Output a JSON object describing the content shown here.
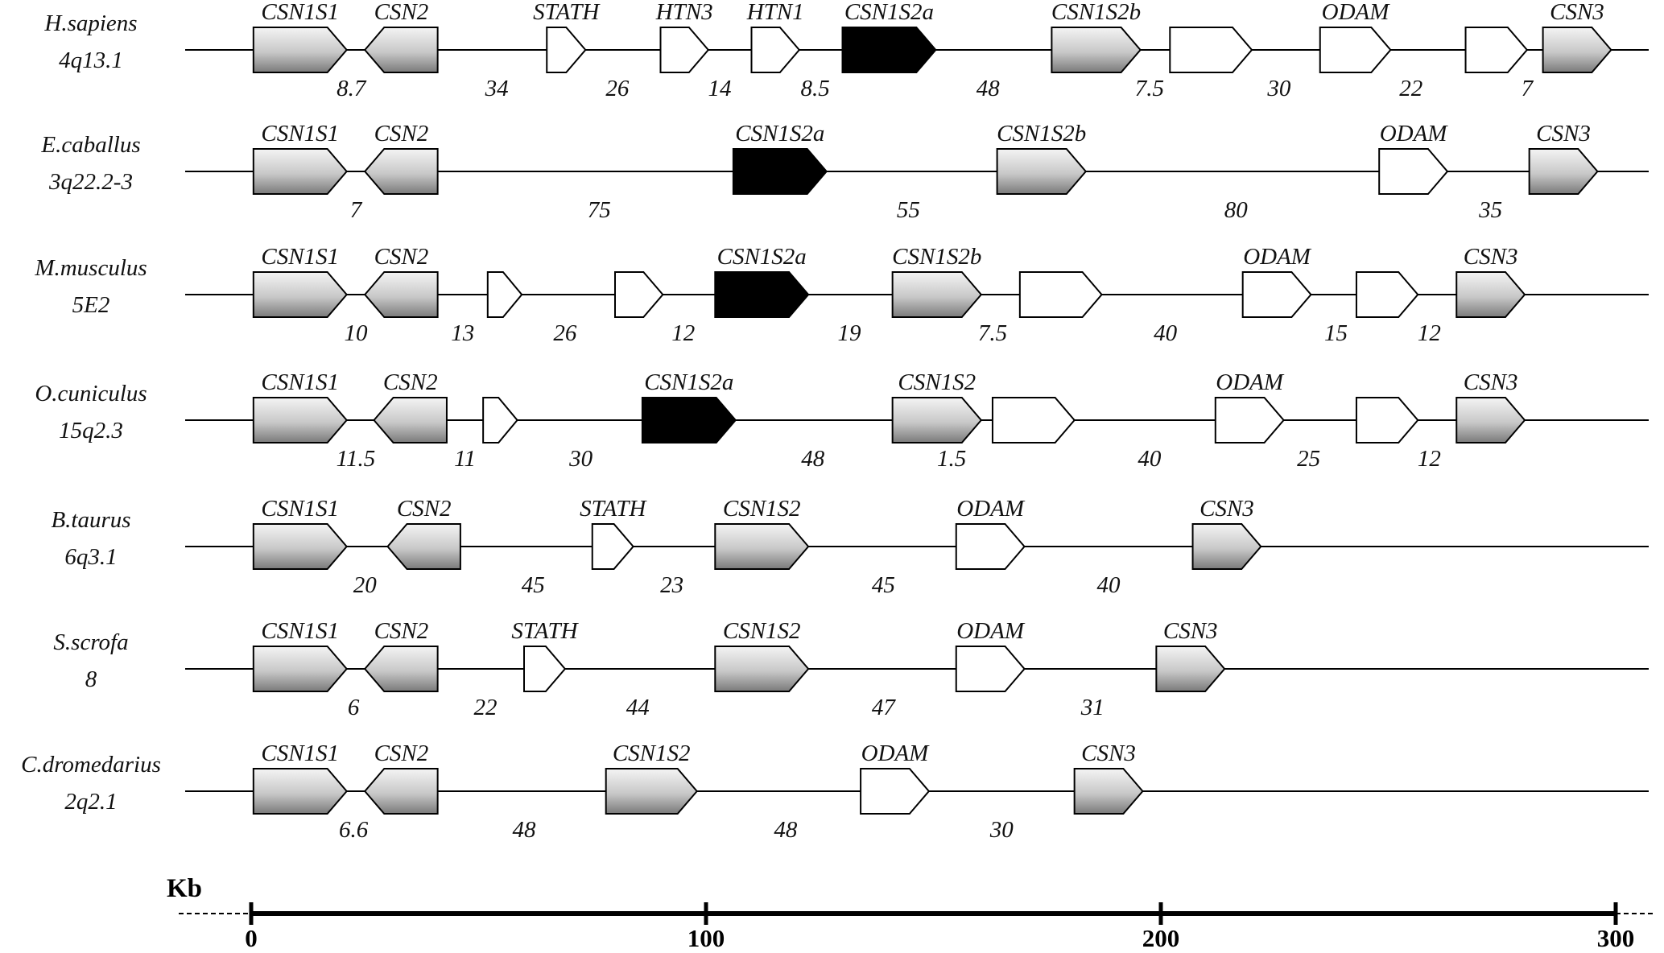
{
  "colors": {
    "line": "#000000",
    "gray_gradient_start": "#f4f4f4",
    "gray_gradient_mid": "#c8c8c8",
    "gray_gradient_end": "#7a7a7a",
    "white_gene": "#ffffff",
    "black_gene": "#000000"
  },
  "axis": {
    "title": "Kb",
    "ticks": [
      {
        "label": "0",
        "value": 0
      },
      {
        "label": "100",
        "value": 100
      },
      {
        "label": "200",
        "value": 200
      },
      {
        "label": "300",
        "value": 300
      }
    ]
  },
  "rows": [
    {
      "species": "H.sapiens",
      "location": "4q13.1",
      "genes": [
        {
          "label": "CSN1S1",
          "start": 0.5,
          "end": 21,
          "style": "gray",
          "dir": "right"
        },
        {
          "label": "CSN2",
          "start": 25,
          "end": 41,
          "style": "gray",
          "dir": "left"
        },
        {
          "label": "STATH",
          "start": 65,
          "end": 73.5,
          "style": "white",
          "dir": "right"
        },
        {
          "label": "HTN3",
          "start": 90,
          "end": 100.5,
          "style": "white",
          "dir": "right"
        },
        {
          "label": "HTN1",
          "start": 110,
          "end": 120.5,
          "style": "white",
          "dir": "right"
        },
        {
          "label": "CSN1S2a",
          "start": 130,
          "end": 150.5,
          "style": "black",
          "dir": "right"
        },
        {
          "label": "CSN1S2b",
          "start": 176,
          "end": 195.5,
          "style": "gray",
          "dir": "right"
        },
        {
          "label": "",
          "start": 202,
          "end": 220,
          "style": "white",
          "dir": "right"
        },
        {
          "label": "ODAM",
          "start": 235,
          "end": 250.5,
          "style": "white",
          "dir": "right"
        },
        {
          "label": "",
          "start": 267,
          "end": 280.5,
          "style": "white",
          "dir": "right"
        },
        {
          "label": "CSN3",
          "start": 284,
          "end": 299,
          "style": "gray",
          "dir": "right"
        }
      ],
      "distances": [
        {
          "label": "8.7",
          "pos": 22
        },
        {
          "label": "34",
          "pos": 54
        },
        {
          "label": "26",
          "pos": 80.5
        },
        {
          "label": "14",
          "pos": 103
        },
        {
          "label": "8.5",
          "pos": 124
        },
        {
          "label": "48",
          "pos": 162
        },
        {
          "label": "7.5",
          "pos": 197.5
        },
        {
          "label": "30",
          "pos": 226
        },
        {
          "label": "22",
          "pos": 255
        },
        {
          "label": "7",
          "pos": 280.5
        }
      ]
    },
    {
      "species": "E.caballus",
      "location": "3q22.2-3",
      "genes": [
        {
          "label": "CSN1S1",
          "start": 0.5,
          "end": 21,
          "style": "gray",
          "dir": "right"
        },
        {
          "label": "CSN2",
          "start": 25,
          "end": 41,
          "style": "gray",
          "dir": "left"
        },
        {
          "label": "CSN1S2a",
          "start": 106,
          "end": 126.5,
          "style": "black",
          "dir": "right"
        },
        {
          "label": "CSN1S2b",
          "start": 164,
          "end": 183.5,
          "style": "gray",
          "dir": "right"
        },
        {
          "label": "ODAM",
          "start": 248,
          "end": 263,
          "style": "white",
          "dir": "right"
        },
        {
          "label": "CSN3",
          "start": 281,
          "end": 296,
          "style": "gray",
          "dir": "right"
        }
      ],
      "distances": [
        {
          "label": "7",
          "pos": 23
        },
        {
          "label": "75",
          "pos": 76.5
        },
        {
          "label": "55",
          "pos": 144.5
        },
        {
          "label": "80",
          "pos": 216.5
        },
        {
          "label": "35",
          "pos": 272.5
        }
      ]
    },
    {
      "species": "M.musculus",
      "location": "5E2",
      "genes": [
        {
          "label": "CSN1S1",
          "start": 0.5,
          "end": 21,
          "style": "gray",
          "dir": "right"
        },
        {
          "label": "CSN2",
          "start": 25,
          "end": 41,
          "style": "gray",
          "dir": "left"
        },
        {
          "label": "",
          "start": 52,
          "end": 59.5,
          "style": "white",
          "dir": "right"
        },
        {
          "label": "",
          "start": 80,
          "end": 90.5,
          "style": "white",
          "dir": "right"
        },
        {
          "label": "CSN1S2a",
          "start": 102,
          "end": 122.5,
          "style": "black",
          "dir": "right"
        },
        {
          "label": "CSN1S2b",
          "start": 141,
          "end": 160.5,
          "style": "gray",
          "dir": "right"
        },
        {
          "label": "",
          "start": 169,
          "end": 187,
          "style": "white",
          "dir": "right"
        },
        {
          "label": "ODAM",
          "start": 218,
          "end": 233,
          "style": "white",
          "dir": "right"
        },
        {
          "label": "",
          "start": 243,
          "end": 256.5,
          "style": "white",
          "dir": "right"
        },
        {
          "label": "CSN3",
          "start": 265,
          "end": 280,
          "style": "gray",
          "dir": "right"
        }
      ],
      "distances": [
        {
          "label": "10",
          "pos": 23
        },
        {
          "label": "13",
          "pos": 46.5
        },
        {
          "label": "26",
          "pos": 69
        },
        {
          "label": "12",
          "pos": 95
        },
        {
          "label": "19",
          "pos": 131.5
        },
        {
          "label": "7.5",
          "pos": 163
        },
        {
          "label": "40",
          "pos": 201
        },
        {
          "label": "15",
          "pos": 238.5
        },
        {
          "label": "12",
          "pos": 259
        }
      ]
    },
    {
      "species": "O.cuniculus",
      "location": "15q2.3",
      "genes": [
        {
          "label": "CSN1S1",
          "start": 0.5,
          "end": 21,
          "style": "gray",
          "dir": "right"
        },
        {
          "label": "CSN2",
          "start": 27,
          "end": 43,
          "style": "gray",
          "dir": "left"
        },
        {
          "label": "",
          "start": 51,
          "end": 58.5,
          "style": "white",
          "dir": "right"
        },
        {
          "label": "CSN1S2a",
          "start": 86,
          "end": 106.5,
          "style": "black",
          "dir": "right"
        },
        {
          "label": "CSN1S2",
          "start": 141,
          "end": 160.5,
          "style": "gray",
          "dir": "right"
        },
        {
          "label": "",
          "start": 163,
          "end": 181,
          "style": "white",
          "dir": "right"
        },
        {
          "label": "ODAM",
          "start": 212,
          "end": 227,
          "style": "white",
          "dir": "right"
        },
        {
          "label": "",
          "start": 243,
          "end": 256.5,
          "style": "white",
          "dir": "right"
        },
        {
          "label": "CSN3",
          "start": 265,
          "end": 280,
          "style": "gray",
          "dir": "right"
        }
      ],
      "distances": [
        {
          "label": "11.5",
          "pos": 23
        },
        {
          "label": "11",
          "pos": 47
        },
        {
          "label": "30",
          "pos": 72.5
        },
        {
          "label": "48",
          "pos": 123.5
        },
        {
          "label": "1.5",
          "pos": 154
        },
        {
          "label": "40",
          "pos": 197.5
        },
        {
          "label": "25",
          "pos": 232.5
        },
        {
          "label": "12",
          "pos": 259
        }
      ]
    },
    {
      "species": "B.taurus",
      "location": "6q3.1",
      "genes": [
        {
          "label": "CSN1S1",
          "start": 0.5,
          "end": 21,
          "style": "gray",
          "dir": "right"
        },
        {
          "label": "CSN2",
          "start": 30,
          "end": 46,
          "style": "gray",
          "dir": "left"
        },
        {
          "label": "STATH",
          "start": 75,
          "end": 84,
          "style": "white",
          "dir": "right"
        },
        {
          "label": "CSN1S2",
          "start": 102,
          "end": 122.5,
          "style": "gray",
          "dir": "right"
        },
        {
          "label": "ODAM",
          "start": 155,
          "end": 170,
          "style": "white",
          "dir": "right"
        },
        {
          "label": "CSN3",
          "start": 207,
          "end": 222,
          "style": "gray",
          "dir": "right"
        }
      ],
      "distances": [
        {
          "label": "20",
          "pos": 25
        },
        {
          "label": "45",
          "pos": 62
        },
        {
          "label": "23",
          "pos": 92.5
        },
        {
          "label": "45",
          "pos": 139
        },
        {
          "label": "40",
          "pos": 188.5
        }
      ]
    },
    {
      "species": "S.scrofa",
      "location": "8",
      "genes": [
        {
          "label": "CSN1S1",
          "start": 0.5,
          "end": 21,
          "style": "gray",
          "dir": "right"
        },
        {
          "label": "CSN2",
          "start": 25,
          "end": 41,
          "style": "gray",
          "dir": "left"
        },
        {
          "label": "STATH",
          "start": 60,
          "end": 69,
          "style": "white",
          "dir": "right"
        },
        {
          "label": "CSN1S2",
          "start": 102,
          "end": 122.5,
          "style": "gray",
          "dir": "right"
        },
        {
          "label": "ODAM",
          "start": 155,
          "end": 170,
          "style": "white",
          "dir": "right"
        },
        {
          "label": "CSN3",
          "start": 199,
          "end": 214,
          "style": "gray",
          "dir": "right"
        }
      ],
      "distances": [
        {
          "label": "6",
          "pos": 22.5
        },
        {
          "label": "22",
          "pos": 51.5
        },
        {
          "label": "44",
          "pos": 85
        },
        {
          "label": "47",
          "pos": 139
        },
        {
          "label": "31",
          "pos": 185
        }
      ]
    },
    {
      "species": "C.dromedarius",
      "location": "2q2.1",
      "genes": [
        {
          "label": "CSN1S1",
          "start": 0.5,
          "end": 21,
          "style": "gray",
          "dir": "right"
        },
        {
          "label": "CSN2",
          "start": 25,
          "end": 41,
          "style": "gray",
          "dir": "left"
        },
        {
          "label": "CSN1S2",
          "start": 78,
          "end": 98,
          "style": "gray",
          "dir": "right"
        },
        {
          "label": "ODAM",
          "start": 134,
          "end": 149,
          "style": "white",
          "dir": "right"
        },
        {
          "label": "CSN3",
          "start": 181,
          "end": 196,
          "style": "gray",
          "dir": "right"
        }
      ],
      "distances": [
        {
          "label": "6.6",
          "pos": 22.5
        },
        {
          "label": "48",
          "pos": 60
        },
        {
          "label": "48",
          "pos": 117.5
        },
        {
          "label": "30",
          "pos": 165
        }
      ]
    }
  ]
}
